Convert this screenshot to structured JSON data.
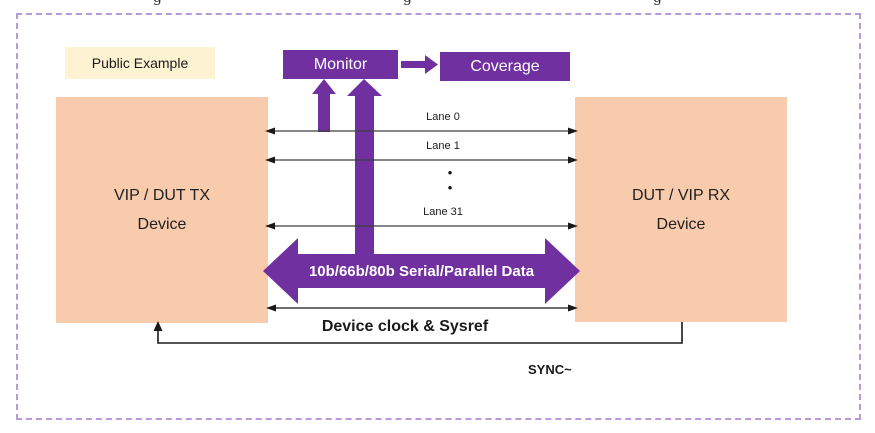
{
  "artifacts": {
    "clipped_text_fragment": "g"
  },
  "badge": {
    "label": "Public Example"
  },
  "boxes": {
    "tx": {
      "line1": "VIP / DUT TX",
      "line2": "Device"
    },
    "rx": {
      "line1": "DUT / VIP RX",
      "line2": "Device"
    },
    "monitor": {
      "label": "Monitor"
    },
    "coverage": {
      "label": "Coverage"
    }
  },
  "lanes": {
    "items": [
      {
        "label": "Lane 0"
      },
      {
        "label": "Lane 1"
      },
      {
        "label": "Lane 31"
      }
    ],
    "ellipsis_dot": "•"
  },
  "labels": {
    "serial_data": "10b/66b/80b Serial/Parallel Data",
    "device_clock": "Device clock & Sysref",
    "sync": "SYNC~"
  },
  "colors": {
    "purple": "#7030A0",
    "peach": "#F8CBAD",
    "cream": "#FDF2D2",
    "frame_border": "#B79AD8"
  }
}
